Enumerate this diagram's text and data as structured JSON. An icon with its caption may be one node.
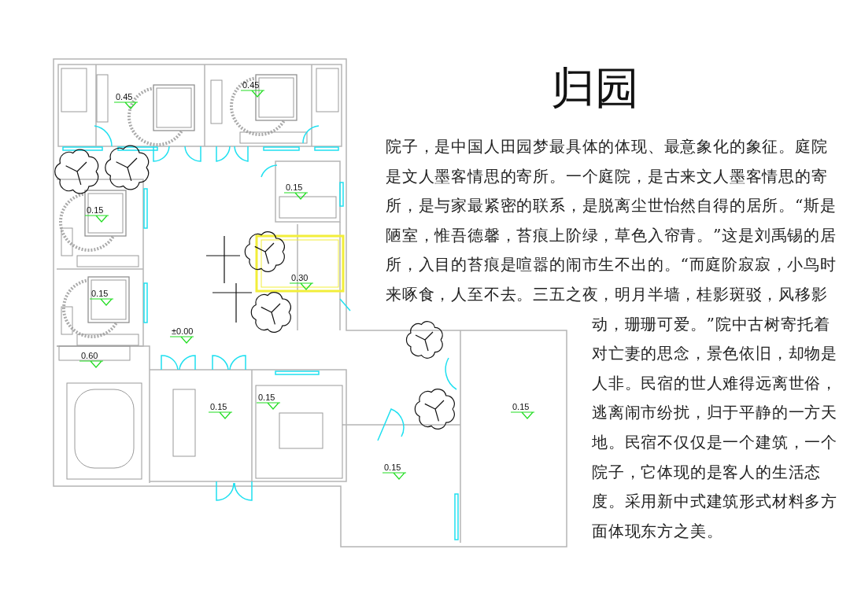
{
  "diagram": {
    "title": "归园",
    "labels": [
      "0.45",
      "0.45",
      "0.15",
      "0.15",
      "0.30",
      "0.15",
      "±0.00",
      "0.60",
      "0.15",
      "0.15",
      "0.15",
      "0.15",
      "院子，是中国人田园梦最具体的体现、最意象化的象征。庭院是文人墨客情思的寄所。一个庭院，是古来文人墨客情思的寄所，是与家最紧密的联系，是脱离尘世怡然自得的居所。“斯是陋室，惟吾德馨，苔痕上阶绿，草色入帘青。”这是刘禹锡的居所，入目的苔痕是喧嚣的闹市生不出的。“而庭阶寂寂，小鸟时来啄食，人至不去。三五之夜，明月半墙，桂影斑驳，风移影动，珊珊可爱。”院中古树寄托着对亡妻的思念，景色依旧，却物是人非。民宿的世人难得远离世俗，逃离闹市纷扰，归于平静的一方天地。民宿不仅仅是一个建筑，一个院子，它体现的是客人的生活态度。采用新中式建筑形式材料多方面体现东方之美。"
    ]
  }
}
